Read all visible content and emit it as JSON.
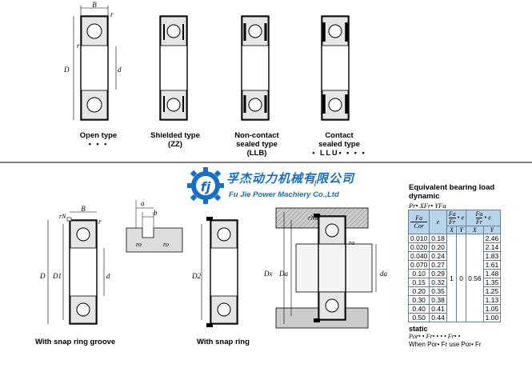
{
  "top_diagrams": {
    "open": {
      "label": "Open type",
      "dots": "• • •"
    },
    "shielded": {
      "label": "Shielded type",
      "sublabel": "(ZZ)"
    },
    "noncontact": {
      "line1": "Non-contact",
      "line2": "sealed type",
      "line3": "(LLB)"
    },
    "contact": {
      "line1": "Contact",
      "line2": "sealed type",
      "line3": "• LLU• • • •"
    },
    "dims": {
      "B": "B",
      "r": "r",
      "D": "D",
      "d": "d"
    }
  },
  "brand": {
    "cn": "孚杰动力机械有限公司",
    "en": "Fu Jie Power Machiery Co.,Ltd"
  },
  "bottom_diagrams": {
    "groove_label": "With snap ring groove",
    "snap_label": "With snap ring",
    "dims": {
      "rn": "rN",
      "B": "B",
      "r": "r",
      "D": "D",
      "D1": "D1",
      "d": "d",
      "a": "a",
      "b": "b",
      "ro": "ro",
      "ro2": "ro",
      "D2": "D2",
      "Dx": "Dx",
      "Da": "Da",
      "da": "da",
      "ra": "ra",
      "rna": "rNa",
      "f": "f"
    }
  },
  "equivalent": {
    "title_line1": "Equivalent bearing load",
    "title_line2": "dynamic",
    "formula": "Pr• XFr• YFa",
    "head": {
      "fa": "Fa",
      "cor": "Cor",
      "e": "e",
      "fa2": "Fa",
      "fr2": "Fr",
      "le": "• e",
      "fa3": "Fa",
      "fr3": "Fr",
      "gt": "• e",
      "x1": "X",
      "y1": "Y",
      "x2": "X",
      "y2": "Y"
    },
    "rows": [
      [
        "0.010",
        "0.18",
        "2.46"
      ],
      [
        "0.020",
        "0.20",
        "2.14"
      ],
      [
        "0.040",
        "0.24",
        "1.83"
      ],
      [
        "0.070",
        "0.27",
        "1.61"
      ],
      [
        "0.10",
        "0.29",
        "1.48"
      ],
      [
        "0.15",
        "0.32",
        "1.35"
      ],
      [
        "0.20",
        "0.35",
        "1.25"
      ],
      [
        "0.30",
        "0.38",
        "1.13"
      ],
      [
        "0.40",
        "0.41",
        "1.05"
      ],
      [
        "0.50",
        "0.44",
        "1.00"
      ]
    ],
    "x_le": "1",
    "y_le": "0",
    "x_gt": "0.56",
    "static_title": "static",
    "static_formula": "Por• • Fr• • • • Fr• •",
    "static_note": "When Por• Fr use Por• Fr"
  }
}
